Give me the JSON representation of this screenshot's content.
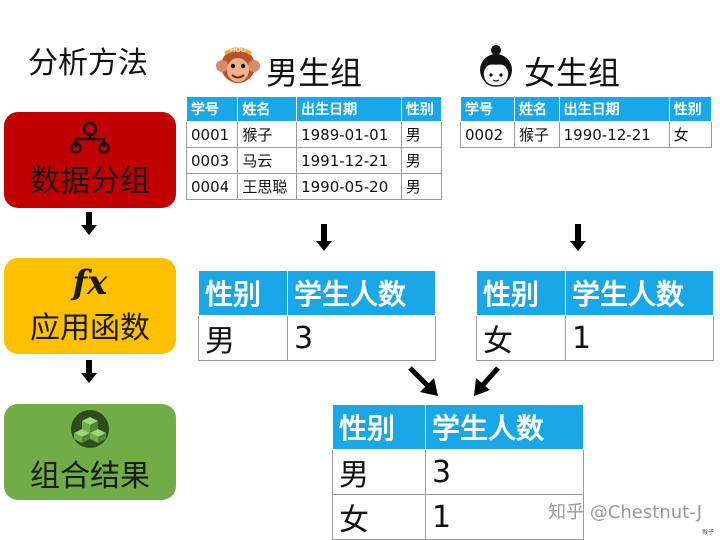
{
  "heading": "分析方法",
  "steps": [
    {
      "label": "数据分组",
      "icon": "hierarchy-icon"
    },
    {
      "label": "应用函数",
      "icon": "fx-icon",
      "icon_text": "fx"
    },
    {
      "label": "组合结果",
      "icon": "cubes-icon"
    }
  ],
  "groups": {
    "male": {
      "title": "男生组",
      "icon": "monkey-icon",
      "icon_text": "HOU",
      "headers": [
        "学号",
        "姓名",
        "出生日期",
        "性别"
      ],
      "rows": [
        [
          "0001",
          "猴子",
          "1989-01-01",
          "男"
        ],
        [
          "0003",
          "马云",
          "1991-12-21",
          "男"
        ],
        [
          "0004",
          "王思聪",
          "1990-05-20",
          "男"
        ]
      ]
    },
    "female": {
      "title": "女生组",
      "icon": "girl-icon",
      "headers": [
        "学号",
        "姓名",
        "出生日期",
        "性别"
      ],
      "rows": [
        [
          "0002",
          "猴子",
          "1990-12-21",
          "女"
        ]
      ]
    }
  },
  "aggregates": {
    "male": {
      "headers": [
        "性别",
        "学生人数"
      ],
      "row": [
        "男",
        "3"
      ]
    },
    "female": {
      "headers": [
        "性别",
        "学生人数"
      ],
      "row": [
        "女",
        "1"
      ]
    }
  },
  "combined": {
    "headers": [
      "性别",
      "学生人数"
    ],
    "rows": [
      [
        "男",
        "3"
      ],
      [
        "女",
        "1"
      ]
    ]
  },
  "watermark": "知乎 @Chestnut-J",
  "corner_text": "猴子",
  "colors": {
    "step1": "#c00000",
    "step2": "#ffc000",
    "step3": "#70ad47",
    "table_header": "#1aa7e8"
  }
}
